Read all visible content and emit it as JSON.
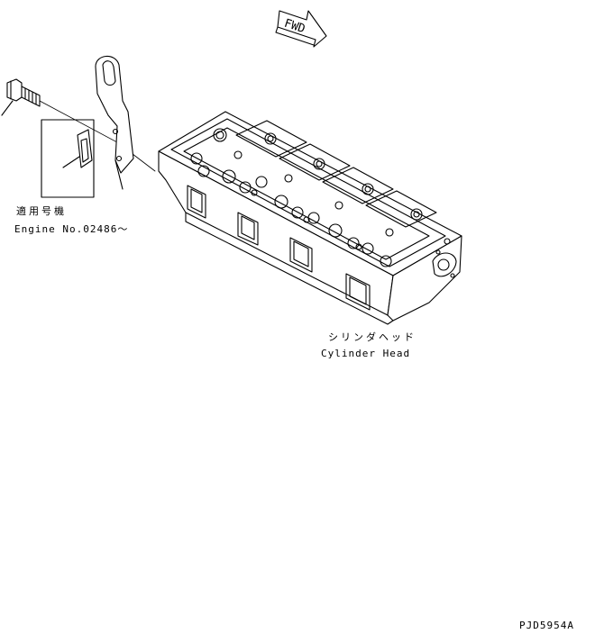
{
  "fwd_label": "FWD",
  "applicable_serial_jp": "適用号機",
  "applicable_serial_en": "Engine No.02486～",
  "part_name_jp": "シリンダヘッド",
  "part_name_en": "Cylinder Head",
  "drawing_number": "PJD5954A"
}
